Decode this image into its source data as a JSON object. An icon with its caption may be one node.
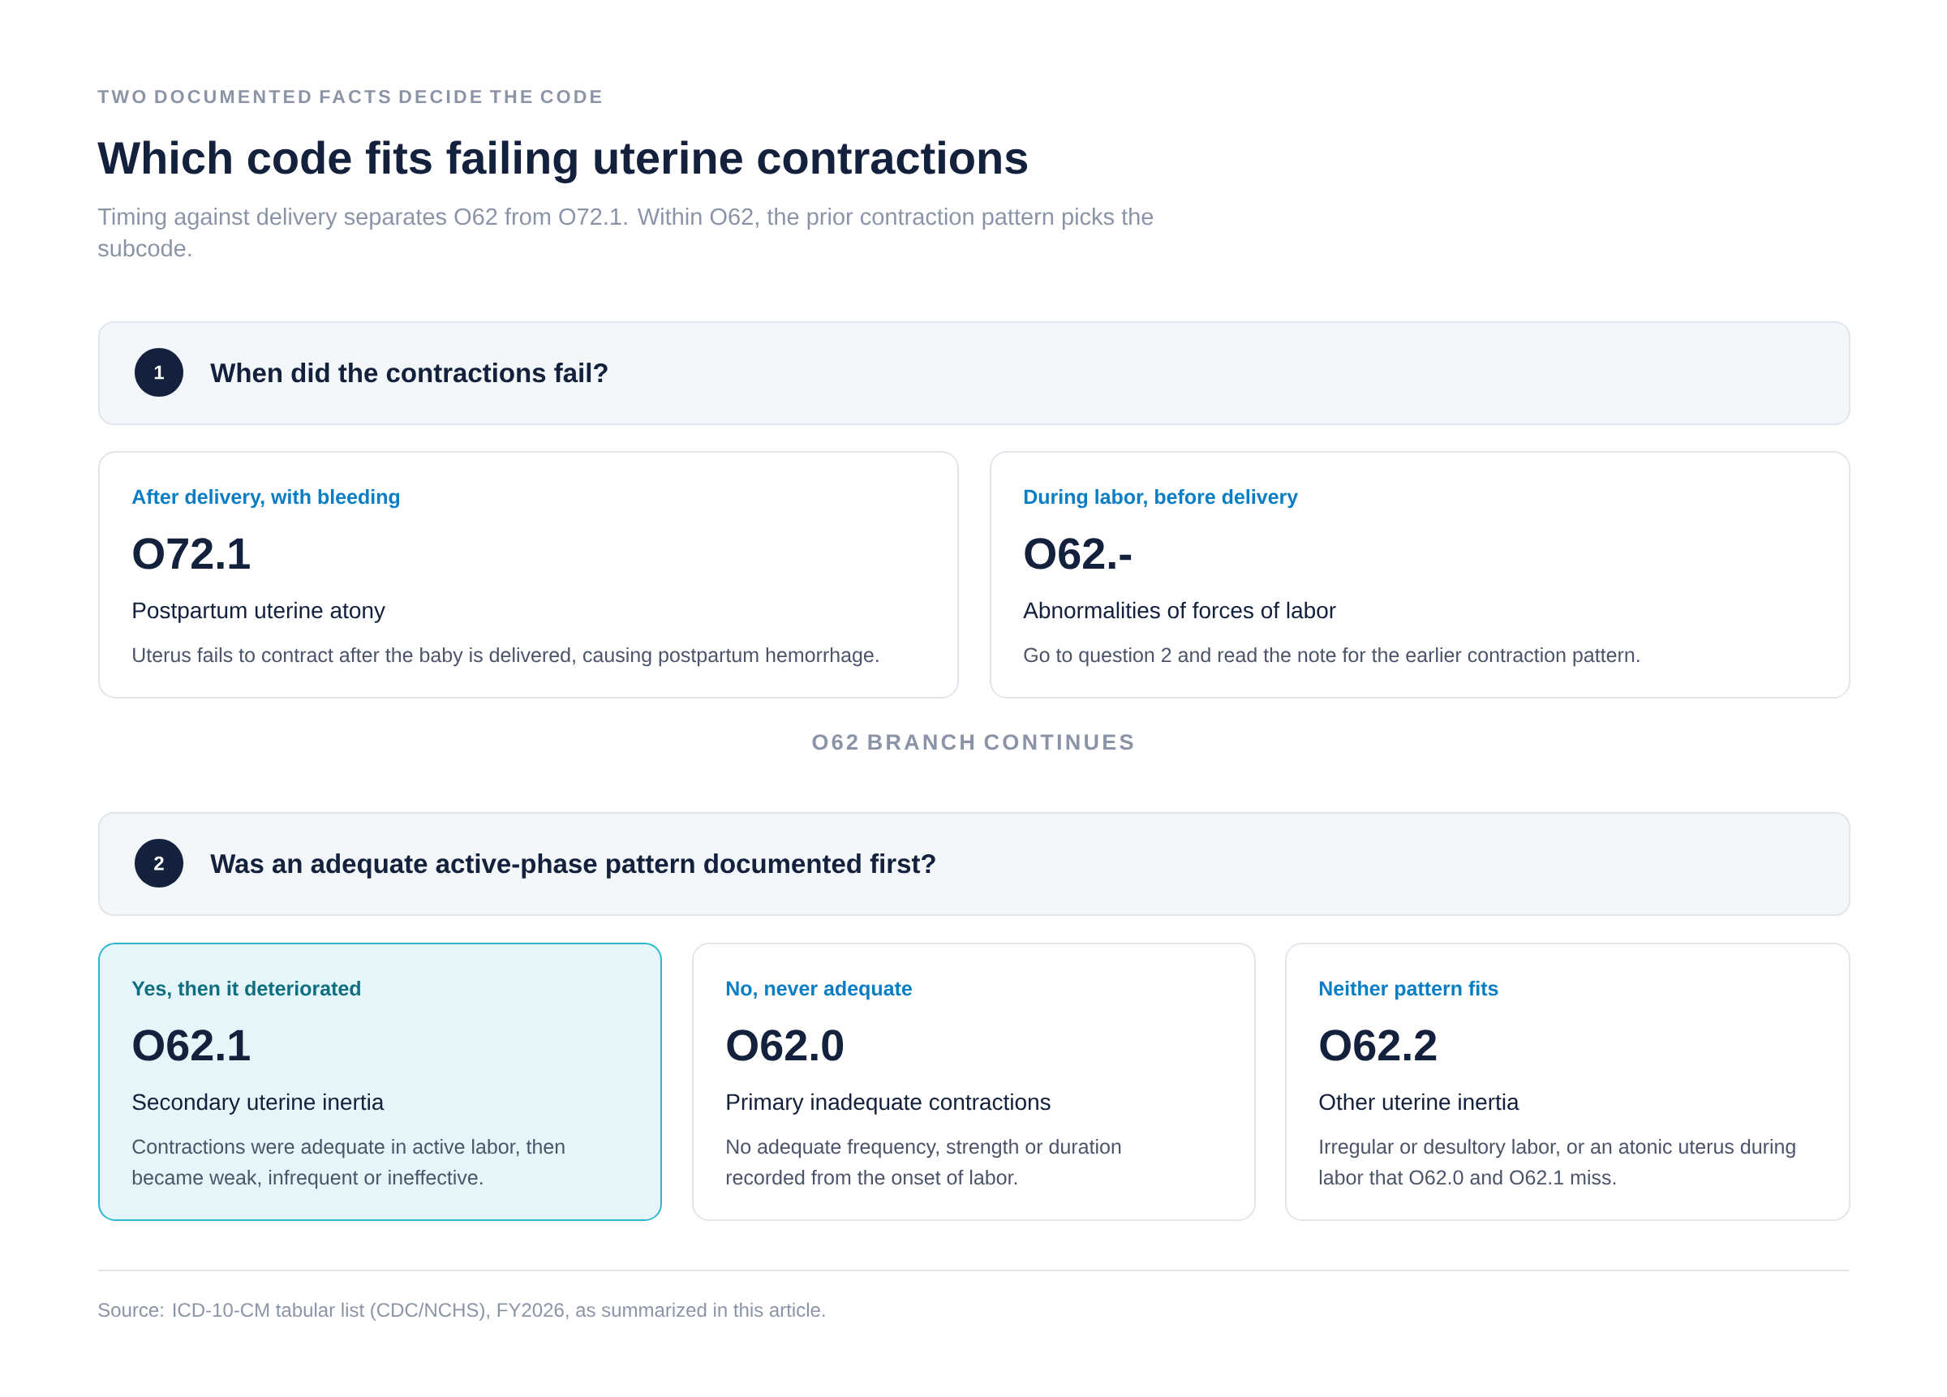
{
  "diagram": {
    "title": "Which code fits failing uterine contractions",
    "nodes": [
      {
        "text": [
          "When did the contractions fail?"
        ]
      },
      {
        "text": [
          "1"
        ],
        "in": 0
      },
      {
        "text": [
          "After delivery, with bleeding",
          "O72.1",
          "Postpartum uterine atony",
          "Uterus fails to contract after the baby is delivered, causing postpartum hemorrhage."
        ]
      },
      {
        "text": [
          "During labor, before delivery",
          "O62.-",
          "Abnormalities of forces of labor",
          "Go to question 2 and read the note for the earlier contraction pattern."
        ]
      },
      {
        "text": [
          "Was an adequate active-phase pattern documented first?"
        ]
      },
      {
        "text": [
          "2"
        ],
        "in": 4
      },
      {
        "text": [
          "Yes, then it deteriorated",
          "O62.1",
          "Secondary uterine inertia",
          "Contractions were adequate in active labor, then became weak, infrequent or ineffective."
        ]
      },
      {
        "text": [
          "No, never adequate",
          "O62.0",
          "Primary inadequate contractions",
          "No adequate frequency, strength or duration recorded from the onset of labor."
        ]
      },
      {
        "text": [
          "Neither pattern fits",
          "O62.2",
          "Other uterine inertia",
          "Irregular or desultory labor, or an atonic uterus during labor that O62.0 and O62.1 miss."
        ]
      }
    ],
    "labels": [
      "TWO DOCUMENTED FACTS DECIDE THE CODE",
      "Timing against delivery separates O62 from O72.1. Within O62, the prior contraction pattern picks the subcode.",
      "O62 BRANCH CONTINUES",
      "Source: ICD-10-CM tabular list (CDC/NCHS), FY2026, as summarized in this article."
    ]
  }
}
